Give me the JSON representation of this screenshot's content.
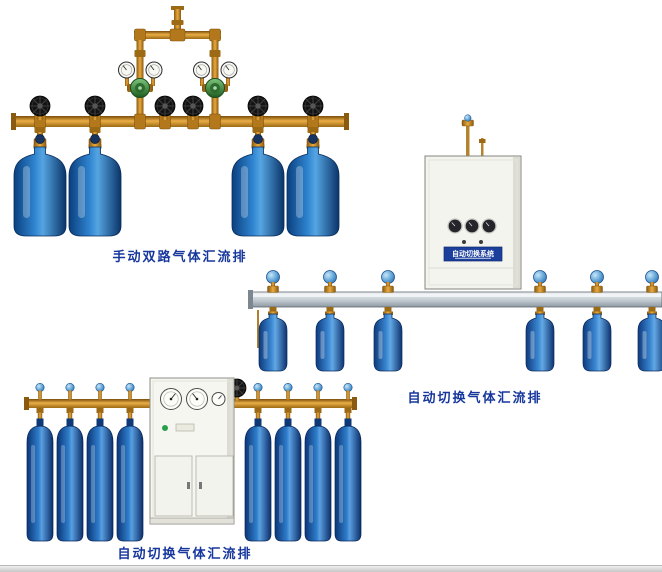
{
  "page": {
    "background": "#ffffff",
    "caption_color": "#17379d"
  },
  "colors": {
    "brass_pipe": "#c98a2b",
    "cylinder_blue": "#2e7dca",
    "cabinet_white": "#f5f5f0",
    "label_plate_blue": "#1d3f9c",
    "manifold_bar_gray": "#b9c2c9"
  },
  "products": {
    "manual_dual": {
      "caption": "手动双路气体汇流排"
    },
    "auto_switch_wall": {
      "caption": "自动切换气体汇流排",
      "cabinet_label": "自动切换系统"
    },
    "auto_switch_floor": {
      "caption": "自动切换气体汇流排"
    }
  }
}
